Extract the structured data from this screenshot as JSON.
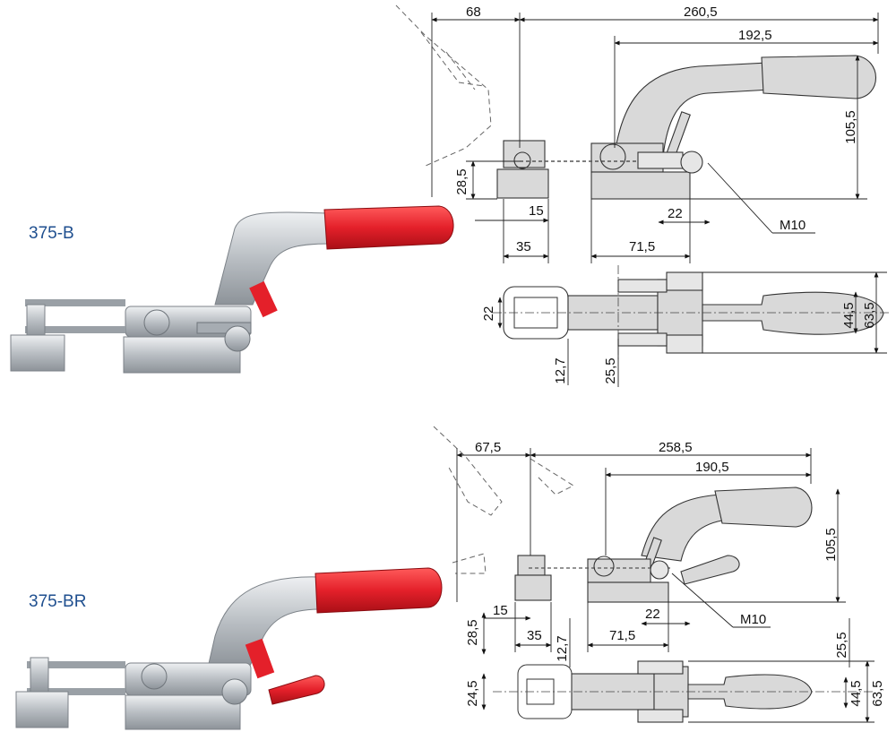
{
  "models": [
    {
      "id": "b",
      "label": "375-B"
    },
    {
      "id": "br",
      "label": "375-BR"
    }
  ],
  "dimensions_b": {
    "open_reach": "68",
    "overall": "260,5",
    "handle": "192,5",
    "height": "105,5",
    "base_h": "28,5",
    "d15": "15",
    "d22": "22",
    "thread": "M10",
    "d35": "35",
    "d71": "71,5",
    "width_22": "22",
    "d12": "12,7",
    "d25": "25,5",
    "w44": "44,5",
    "w63": "63,5"
  },
  "dimensions_br": {
    "open_reach": "67,5",
    "overall": "258,5",
    "handle": "190,5",
    "height": "105,5",
    "d15": "15",
    "d22": "22",
    "thread": "M10",
    "base_h": "28,5",
    "d35": "35",
    "d71": "71,5",
    "d12": "12,7",
    "d25": "25,5",
    "w24": "24,5",
    "w44": "44,5",
    "w63": "63,5"
  },
  "colors": {
    "handle_red": "#e4202a",
    "metal": "#c9cdd1",
    "drawing_gray": "#d9d9d9",
    "label_blue": "#1f4f8f"
  }
}
